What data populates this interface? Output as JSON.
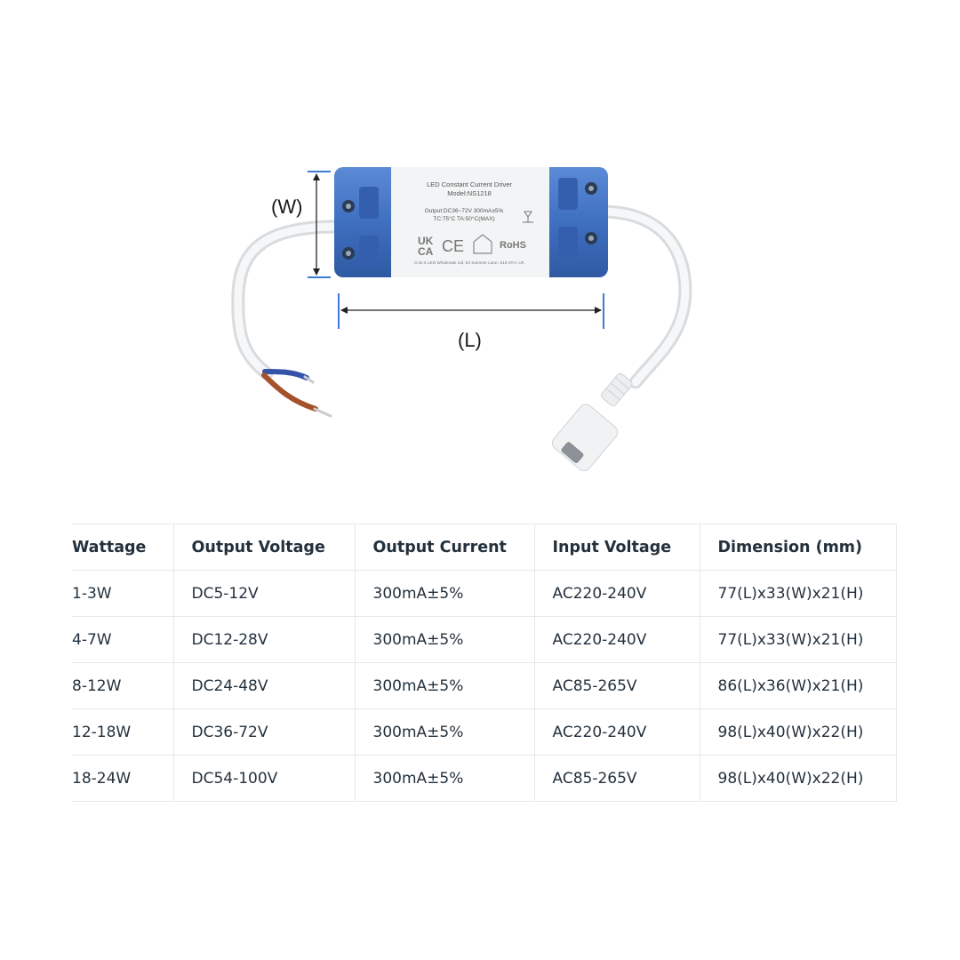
{
  "figure": {
    "width_label": "(W)",
    "length_label": "(L)",
    "label_title": "LED Constant Current Driver",
    "label_model": "Model:NS1218",
    "label_output": "Output:DC36~72V 300mA±5%",
    "label_temp": "TC:75°C  TA:50°C(MAX)",
    "label_address": "G.W.S LED Wholesale Ltd, 63 Summer Lane, S19 3TH, UK",
    "mark_ukca_top": "UK",
    "mark_ukca_bottom": "CA",
    "mark_ce": "CE",
    "mark_rohs": "RoHS",
    "housing_color": "#3f6fc0",
    "label_color": "#f3f4f5"
  },
  "table": {
    "headers": [
      "Wattage",
      "Output Voltage",
      "Output Current",
      "Input Voltage",
      "Dimension (mm)"
    ],
    "rows": [
      [
        "1-3W",
        "DC5-12V",
        "300mA±5%",
        "AC220-240V",
        "77(L)x33(W)x21(H)"
      ],
      [
        "4-7W",
        "DC12-28V",
        "300mA±5%",
        "AC220-240V",
        "77(L)x33(W)x21(H)"
      ],
      [
        "8-12W",
        "DC24-48V",
        "300mA±5%",
        "AC85-265V",
        "86(L)x36(W)x21(H)"
      ],
      [
        "12-18W",
        "DC36-72V",
        "300mA±5%",
        "AC220-240V",
        "98(L)x40(W)x22(H)"
      ],
      [
        "18-24W",
        "DC54-100V",
        "300mA±5%",
        "AC85-265V",
        "98(L)x40(W)x22(H)"
      ]
    ]
  }
}
